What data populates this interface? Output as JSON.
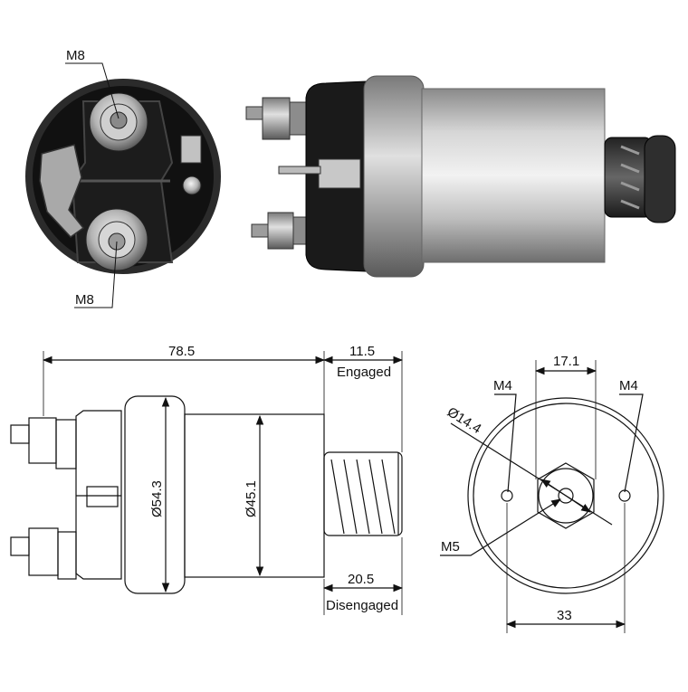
{
  "photo_end_view": {
    "terminal_top": "M8",
    "terminal_bottom": "M8"
  },
  "side_view": {
    "length": "78.5",
    "engaged_travel": "11.5",
    "engaged_label": "Engaged",
    "disengaged_travel": "20.5",
    "disengaged_label": "Disengaged",
    "flange_diameter": "Ø54.3",
    "body_diameter": "Ø45.1"
  },
  "front_view": {
    "hole_spacing_inner": "17.1",
    "hole_left": "M4",
    "hole_right": "M4",
    "hex_across": "Ø14.4",
    "center_thread": "M5",
    "bolt_circle": "33"
  }
}
